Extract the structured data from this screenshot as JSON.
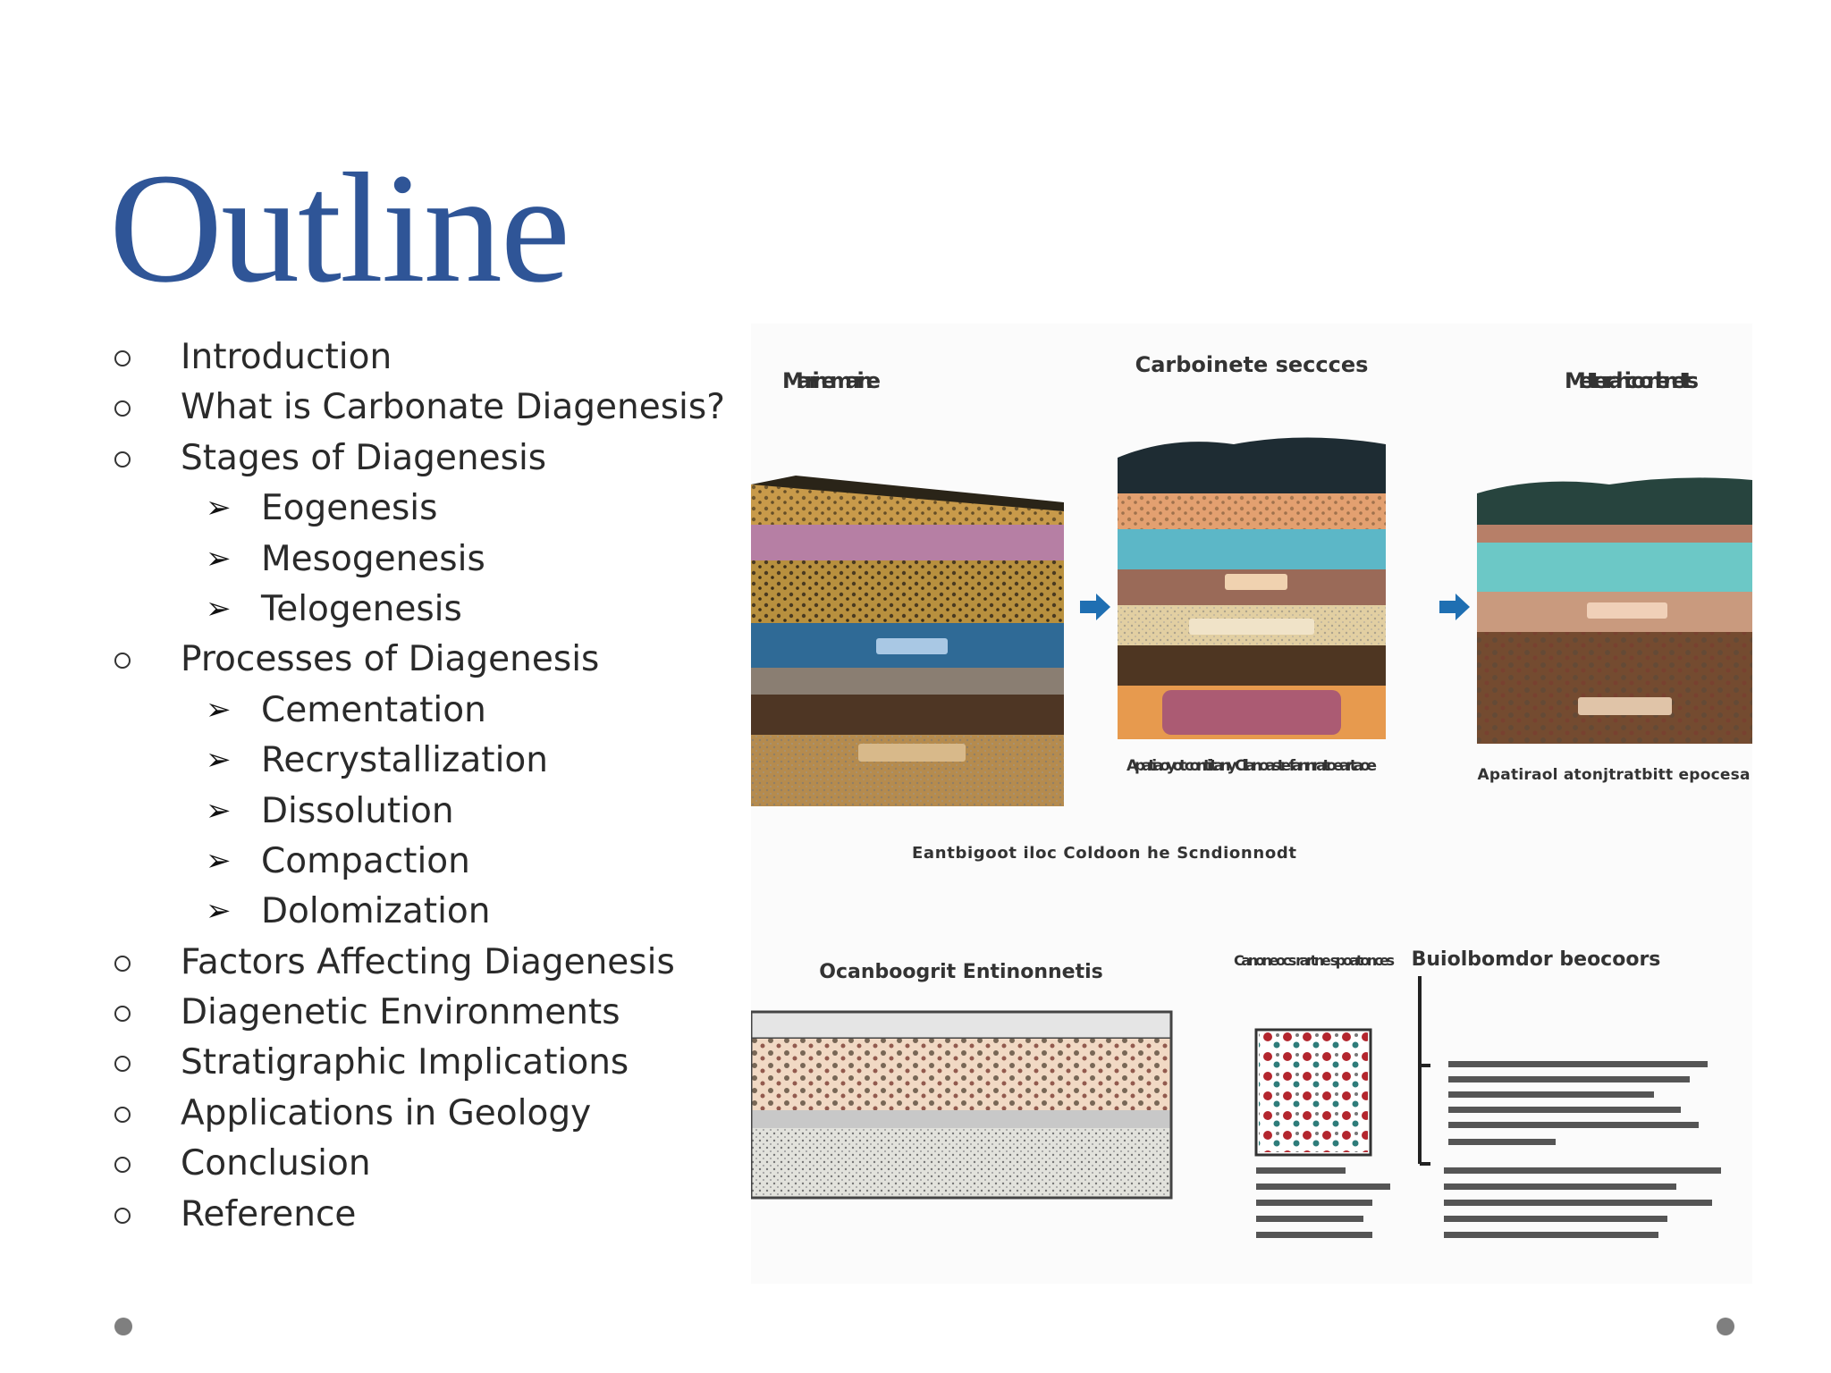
{
  "slide": {
    "title": "Outline",
    "items": [
      {
        "level": 1,
        "text": "Introduction"
      },
      {
        "level": 1,
        "text": "What is Carbonate Diagenesis?"
      },
      {
        "level": 1,
        "text": "Stages of Diagenesis"
      },
      {
        "level": 2,
        "text": "Eogenesis"
      },
      {
        "level": 2,
        "text": "Mesogenesis"
      },
      {
        "level": 2,
        "text": "Telogenesis"
      },
      {
        "level": 1,
        "text": "Processes of Diagenesis"
      },
      {
        "level": 2,
        "text": "Cementation"
      },
      {
        "level": 2,
        "text": "Recrystallization"
      },
      {
        "level": 2,
        "text": "Dissolution"
      },
      {
        "level": 2,
        "text": "Compaction"
      },
      {
        "level": 2,
        "text": "Dolomization"
      },
      {
        "level": 1,
        "text": "Factors Affecting Diagenesis"
      },
      {
        "level": 1,
        "text": "Diagenetic Environments"
      },
      {
        "level": 1,
        "text": "Stratigraphic Implications"
      },
      {
        "level": 1,
        "text": "Applications in Geology"
      },
      {
        "level": 1,
        "text": "Conclusion"
      },
      {
        "level": 1,
        "text": "Reference"
      }
    ]
  },
  "figure": {
    "label_marine": "Marrine marine",
    "label_carbonate": "Carboinete seccces",
    "label_meteoric": "Metterrahic oonlenetts",
    "caption_mid": "Apatiaoyot contiitany Cilanoaste fannratoeartaoe",
    "caption_right": "Apatiraol atonjtratbitt epocesa",
    "caption_center": "Eantbigoot iloc Coldoon he Scndionnodt",
    "label_env": "Ocanboogrit Entinonnetis",
    "label_micro": "Canoneocs rartne spoatonces",
    "label_bio": "Buiolbomdor beocoors"
  },
  "colors": {
    "title": "#2f5597",
    "text": "#2a2a2a",
    "arrow": "#1f6fb2",
    "dot": "#7f7f7f"
  }
}
